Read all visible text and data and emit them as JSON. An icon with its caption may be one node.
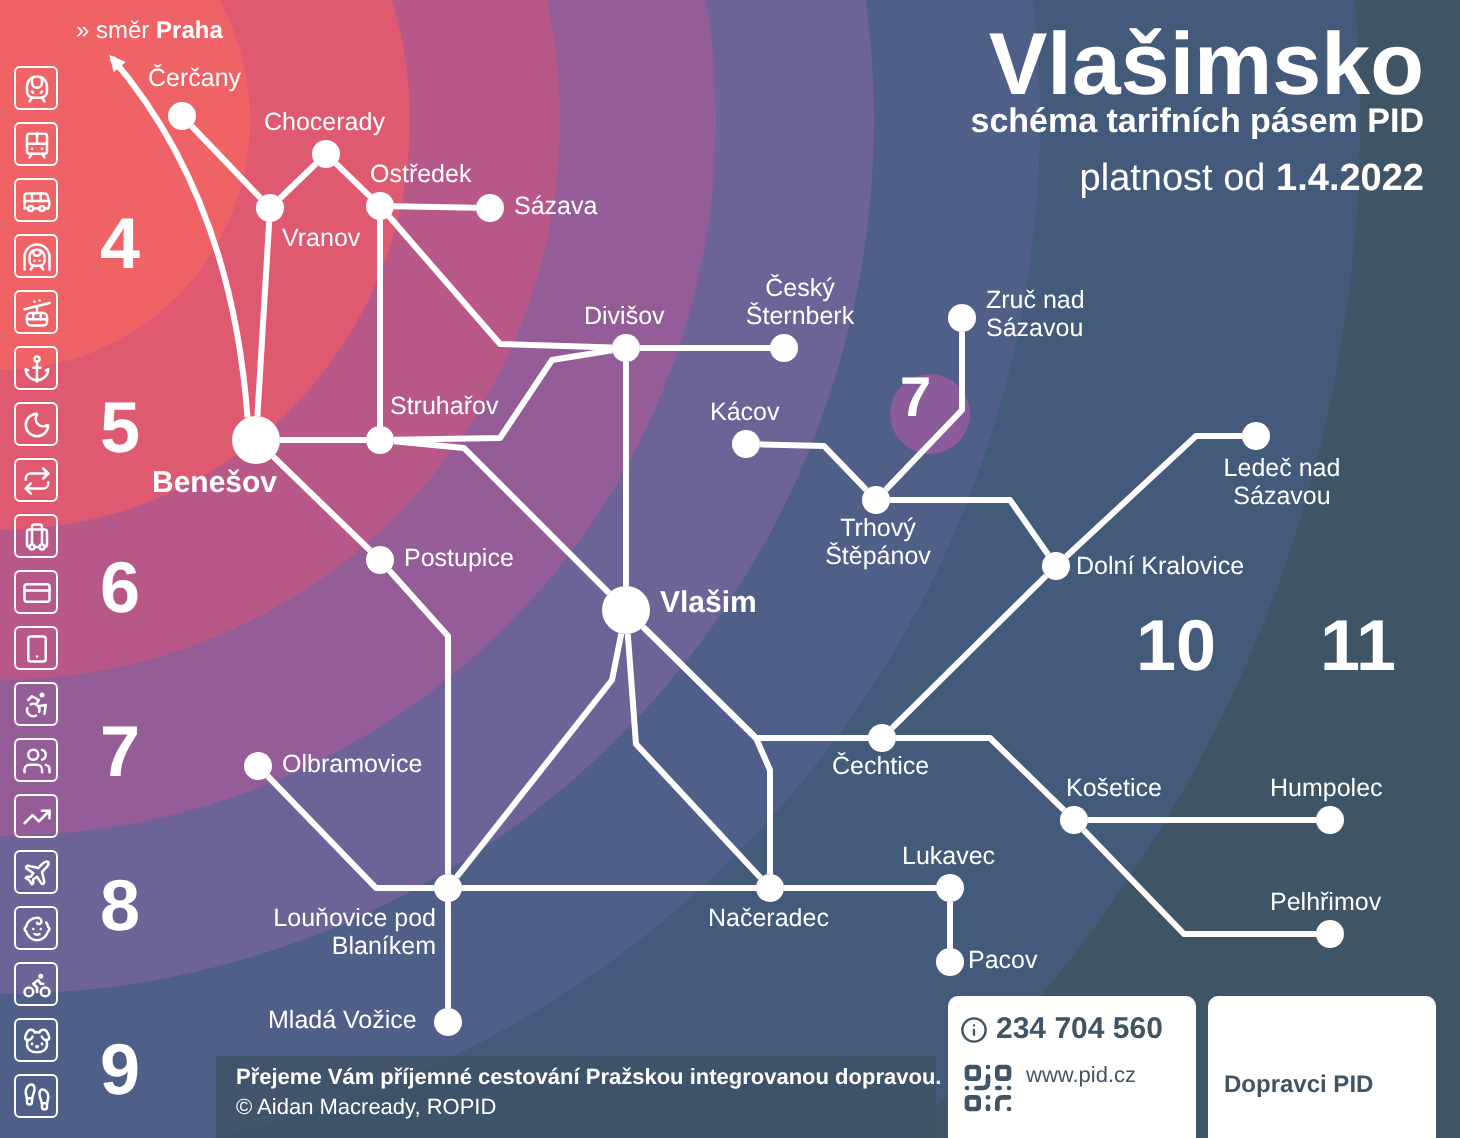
{
  "diagram": {
    "title": "Vlašimsko",
    "nodes": [
      {
        "text": [],
        "shape": "circle",
        "beside": [
          "Čerčany"
        ]
      },
      {
        "text": [],
        "shape": "circle",
        "beside": [
          "Chocerady"
        ]
      },
      {
        "text": [],
        "shape": "circle",
        "beside": [
          "Vranov"
        ]
      },
      {
        "text": [],
        "shape": "circle",
        "beside": [
          "Ostředek"
        ]
      },
      {
        "text": [],
        "shape": "circle",
        "beside": [
          "Sázava"
        ]
      },
      {
        "text": [],
        "shape": "circle",
        "beside": [
          "Benešov"
        ]
      },
      {
        "text": [],
        "shape": "circle",
        "beside": [
          "Struhařov"
        ]
      },
      {
        "text": [],
        "shape": "circle",
        "beside": [
          "Divišov"
        ]
      },
      {
        "text": [],
        "shape": "circle",
        "beside": [
          "Český Šternberk"
        ]
      },
      {
        "text": [],
        "shape": "circle",
        "beside": [
          "Postupice"
        ]
      },
      {
        "text": [],
        "shape": "circle",
        "beside": [
          "Vlašim"
        ]
      },
      {
        "text": [],
        "shape": "circle",
        "beside": [
          "Kácov"
        ]
      },
      {
        "text": [],
        "shape": "circle",
        "beside": [
          "Trhový Štěpánov"
        ]
      },
      {
        "text": [],
        "shape": "circle",
        "beside": [
          "Zruč nad Sázavou"
        ]
      },
      {
        "text": [],
        "shape": "circle",
        "beside": [
          "Dolní Kralovice"
        ]
      },
      {
        "text": [],
        "shape": "circle",
        "beside": [
          "Ledeč nad Sázavou"
        ]
      },
      {
        "text": [],
        "shape": "circle",
        "beside": [
          "Olbramovice"
        ]
      },
      {
        "text": [],
        "shape": "circle",
        "beside": [
          "Čechtice"
        ]
      },
      {
        "text": [],
        "shape": "circle",
        "beside": [
          "Louňovice pod Blaníkem"
        ]
      },
      {
        "text": [],
        "shape": "circle",
        "beside": [
          "Načeradec"
        ]
      },
      {
        "text": [],
        "shape": "circle",
        "beside": [
          "Lukavec"
        ]
      },
      {
        "text": [],
        "shape": "circle",
        "beside": [
          "Pacov"
        ]
      },
      {
        "text": [],
        "shape": "circle",
        "beside": [
          "Košetice"
        ]
      },
      {
        "text": [],
        "shape": "circle",
        "beside": [
          "Humpolec"
        ]
      },
      {
        "text": [],
        "shape": "circle",
        "beside": [
          "Pelhřimov"
        ]
      },
      {
        "text": [],
        "shape": "circle",
        "beside": [
          "Mladá Vožice"
        ]
      },
      {
        "text": [
          "» směr **Praha**"
        ]
      }
    ],
    "edges": [
      {
        "from": 0,
        "to": 2,
        "arrow": "none"
      },
      {
        "from": 2,
        "to": 1,
        "arrow": "none"
      },
      {
        "from": 1,
        "to": 3,
        "arrow": "none"
      },
      {
        "from": 3,
        "to": 4,
        "arrow": "none"
      },
      {
        "from": 2,
        "to": 5,
        "arrow": "none"
      },
      {
        "from": 5,
        "to": 6,
        "arrow": "none"
      },
      {
        "from": 3,
        "to": 6,
        "arrow": "none"
      },
      {
        "from": 3,
        "to": 7,
        "arrow": "none"
      },
      {
        "from": 6,
        "to": 7,
        "arrow": "none"
      },
      {
        "from": 7,
        "to": 8,
        "arrow": "none"
      },
      {
        "from": 7,
        "to": 10,
        "arrow": "none"
      },
      {
        "from": 6,
        "to": 10,
        "arrow": "none"
      },
      {
        "from": 5,
        "to": 9,
        "arrow": "none"
      },
      {
        "from": 9,
        "to": 18,
        "arrow": "none"
      },
      {
        "from": 10,
        "to": 18,
        "arrow": "none"
      },
      {
        "from": 10,
        "to": 19,
        "arrow": "none"
      },
      {
        "from": 10,
        "to": 17,
        "arrow": "none"
      },
      {
        "from": 10,
        "to": 19,
        "arrow": "none"
      },
      {
        "from": 18,
        "to": 19,
        "arrow": "none"
      },
      {
        "from": 19,
        "to": 20,
        "arrow": "none"
      },
      {
        "from": 20,
        "to": 21,
        "arrow": "none"
      },
      {
        "from": 16,
        "to": 18,
        "arrow": "none"
      },
      {
        "from": 18,
        "to": 25,
        "arrow": "none"
      },
      {
        "from": 17,
        "to": 14,
        "arrow": "none"
      },
      {
        "from": 14,
        "to": 15,
        "arrow": "none"
      },
      {
        "from": 12,
        "to": 14,
        "arrow": "none"
      },
      {
        "from": 11,
        "to": 12,
        "arrow": "none"
      },
      {
        "from": 12,
        "to": 13,
        "arrow": "none"
      },
      {
        "from": 17,
        "to": 22,
        "arrow": "none"
      },
      {
        "from": 22,
        "to": 23,
        "arrow": "none"
      },
      {
        "from": 22,
        "to": 24,
        "arrow": "none"
      },
      {
        "from": 5,
        "to": 26,
        "arrow": "to"
      }
    ],
    "labels": [
      "schéma tarifních pásem PID",
      "platnost od **1.4.2022**",
      "4",
      "5",
      "7",
      "6",
      "10",
      "11",
      "7",
      "8",
      "9",
      "Přejeme Vám příjemné cestování Pražskou integrovanou dopravou.",
      "© Aidan Macready, ROPID",
      "234 704 560",
      "www.pid.cz",
      "Dopravci PID"
    ]
  }
}
